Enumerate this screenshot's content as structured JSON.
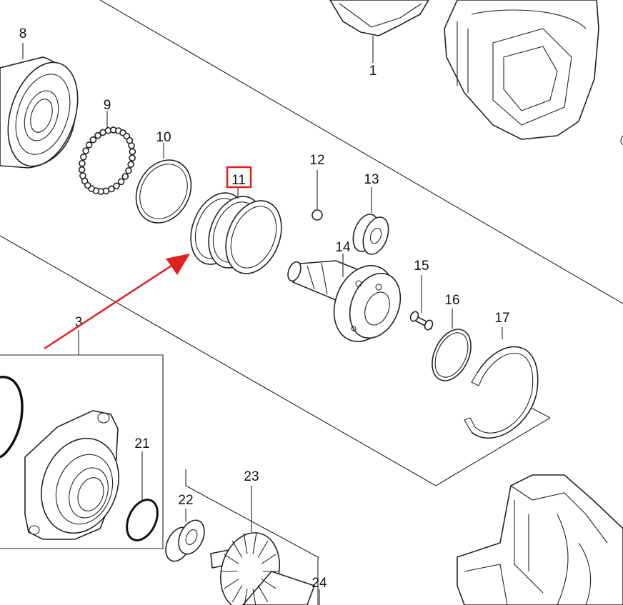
{
  "diagram": {
    "labels": [
      "8",
      "9",
      "10",
      "11",
      "12",
      "13",
      "14",
      "1",
      "3",
      "15",
      "16",
      "17",
      "21",
      "22",
      "23",
      "24"
    ],
    "highlight": {
      "label": "11",
      "color": "#e02020"
    },
    "arrow_color": "#e02020"
  }
}
